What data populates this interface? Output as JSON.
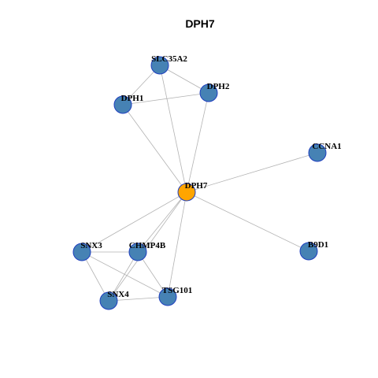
{
  "title": "DPH7",
  "colors": {
    "background": "#ffffff",
    "node_default": "#4682b4",
    "node_focus": "#ffa500",
    "node_border": "#1f3fbf",
    "edge": "#b3b3b3"
  },
  "nodes": [
    {
      "id": "SLC35A2",
      "label": "SLC35A2",
      "focus": false
    },
    {
      "id": "DPH2",
      "label": "DPH2",
      "focus": false
    },
    {
      "id": "DPH1",
      "label": "DPH1",
      "focus": false
    },
    {
      "id": "CCNA1",
      "label": "CCNA1",
      "focus": false
    },
    {
      "id": "DPH7",
      "label": "DPH7",
      "focus": true
    },
    {
      "id": "SNX3",
      "label": "SNX3",
      "focus": false
    },
    {
      "id": "CHMP4B",
      "label": "CHMP4B",
      "focus": false
    },
    {
      "id": "B9D1",
      "label": "B9D1",
      "focus": false
    },
    {
      "id": "TSG101",
      "label": "TSG101",
      "focus": false
    },
    {
      "id": "SNX4",
      "label": "SNX4",
      "focus": false
    }
  ],
  "edges": [
    [
      "SLC35A2",
      "DPH2"
    ],
    [
      "SLC35A2",
      "DPH1"
    ],
    [
      "SLC35A2",
      "DPH7"
    ],
    [
      "DPH1",
      "DPH2"
    ],
    [
      "DPH1",
      "DPH7"
    ],
    [
      "DPH2",
      "DPH7"
    ],
    [
      "DPH7",
      "CCNA1"
    ],
    [
      "DPH7",
      "B9D1"
    ],
    [
      "DPH7",
      "SNX3"
    ],
    [
      "DPH7",
      "CHMP4B"
    ],
    [
      "DPH7",
      "SNX4"
    ],
    [
      "DPH7",
      "TSG101"
    ],
    [
      "SNX3",
      "CHMP4B"
    ],
    [
      "SNX3",
      "SNX4"
    ],
    [
      "SNX3",
      "TSG101"
    ],
    [
      "CHMP4B",
      "SNX4"
    ],
    [
      "CHMP4B",
      "TSG101"
    ],
    [
      "SNX4",
      "TSG101"
    ]
  ]
}
